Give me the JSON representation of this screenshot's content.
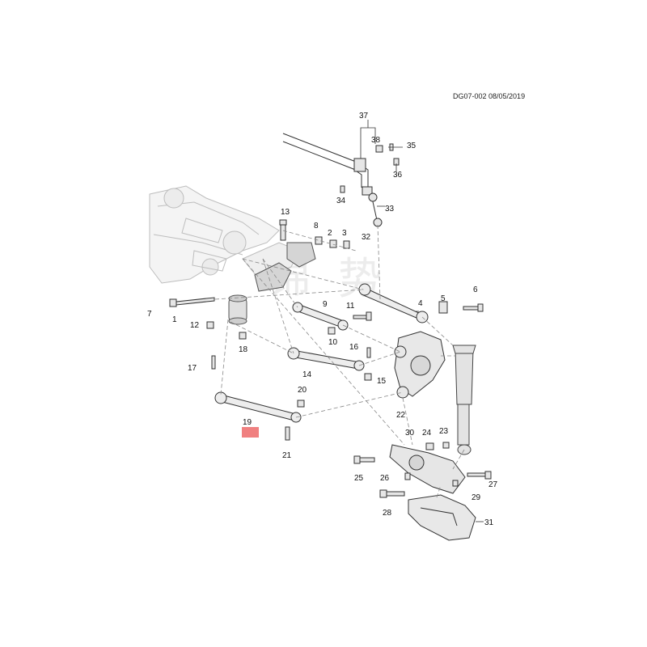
{
  "header": {
    "doc_id": "DG07-002 08/05/2019"
  },
  "watermark": {
    "char1": "锦",
    "char2": "势"
  },
  "highlight": {
    "color": "#f08080",
    "part": "19"
  },
  "parts": [
    "1",
    "2",
    "3",
    "4",
    "5",
    "6",
    "7",
    "8",
    "9",
    "10",
    "11",
    "12",
    "13",
    "14",
    "15",
    "16",
    "17",
    "18",
    "19",
    "20",
    "21",
    "22",
    "23",
    "24",
    "25",
    "26",
    "27",
    "28",
    "29",
    "30",
    "31",
    "32",
    "33",
    "34",
    "35",
    "36",
    "37",
    "38"
  ]
}
